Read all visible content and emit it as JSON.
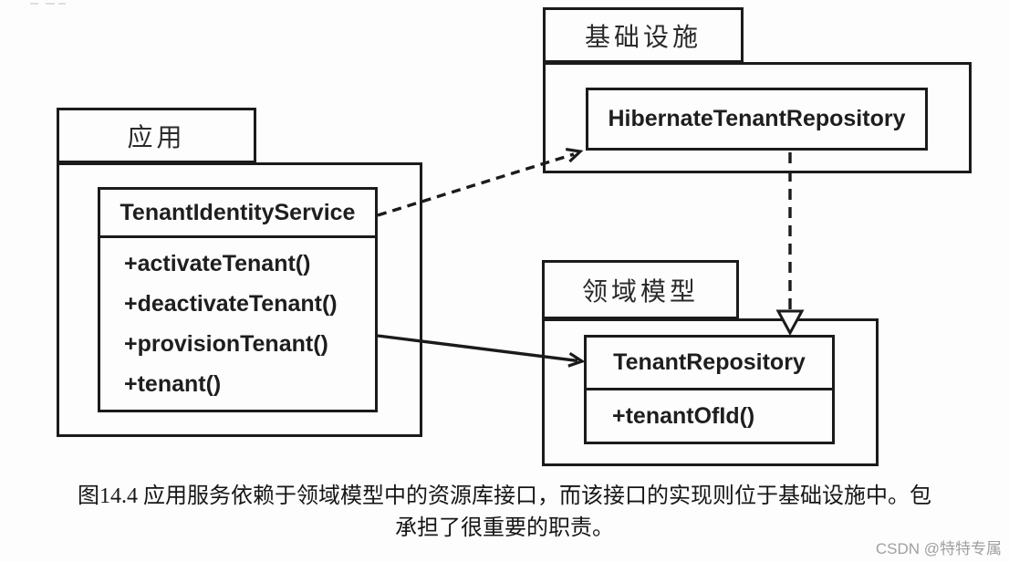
{
  "diagram": {
    "packages": [
      {
        "label": "应用",
        "class": {
          "name": "TenantIdentityService",
          "methods": [
            "+activateTenant()",
            "+deactivateTenant()",
            "+provisionTenant()",
            "+tenant()"
          ]
        }
      },
      {
        "label": "基础设施",
        "class": {
          "name": "HibernateTenantRepository",
          "methods": []
        }
      },
      {
        "label": "领域模型",
        "class": {
          "name": "TenantRepository",
          "methods": [
            "+tenantOfId()"
          ]
        }
      }
    ],
    "relations": [
      {
        "type": "dependency",
        "line": "dashed",
        "from": "TenantIdentityService",
        "to": "基础设施"
      },
      {
        "type": "realization",
        "line": "dashed-hollow-triangle",
        "from": "HibernateTenantRepository",
        "to": "TenantRepository"
      },
      {
        "type": "dependency",
        "line": "solid",
        "from": "应用",
        "to": "TenantRepository"
      }
    ]
  },
  "caption": {
    "line1": "图14.4 应用服务依赖于领域模型中的资源库接口，而该接口的实现则位于基础设施中。包",
    "line2": "承担了很重要的职责。"
  },
  "watermark": "CSDN @特特专属",
  "colors": {
    "line": "#1b1b1b",
    "text": "#141414",
    "background": "#fdfdfd",
    "watermark": "#a0a0a0"
  }
}
